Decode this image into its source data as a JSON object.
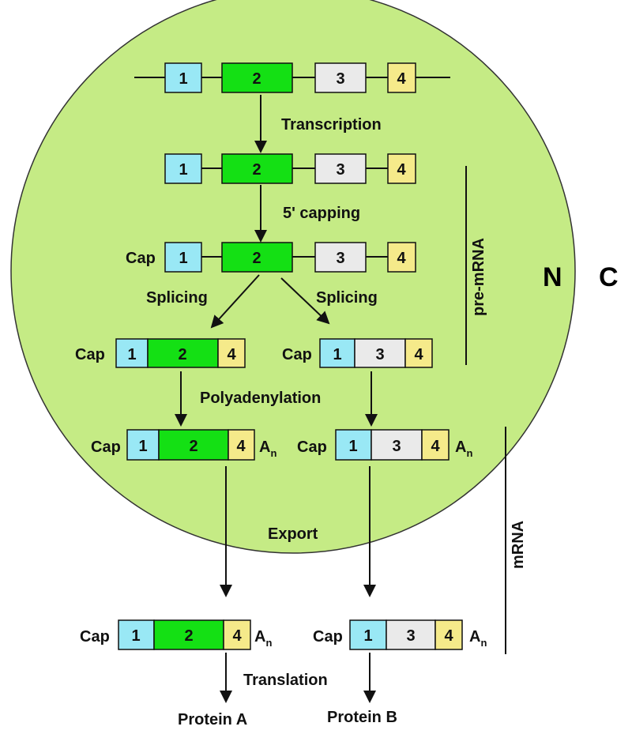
{
  "exon_labels": {
    "e1": "1",
    "e2": "2",
    "e3": "3",
    "e4": "4"
  },
  "colors": {
    "nucleus": "#c5eb85",
    "exon1": "#99e8f5",
    "exon2": "#14e014",
    "exon3": "#eaeaea",
    "exon4": "#f5ea8a",
    "line": "#111111"
  },
  "steps": {
    "transcription": "Transcription",
    "capping": "5' capping",
    "splicing_left": "Splicing",
    "splicing_right": "Splicing",
    "polyadenylation": "Polyadenylation",
    "export": "Export",
    "translation": "Translation"
  },
  "cap": "Cap",
  "polya": {
    "base": "A",
    "sub": "n"
  },
  "compartments": {
    "nucleus": "N",
    "cytoplasm": "C"
  },
  "brackets": {
    "pre_mrna": "pre-mRNA",
    "mrna": "mRNA"
  },
  "proteins": {
    "a": "Protein A",
    "b": "Protein B"
  }
}
